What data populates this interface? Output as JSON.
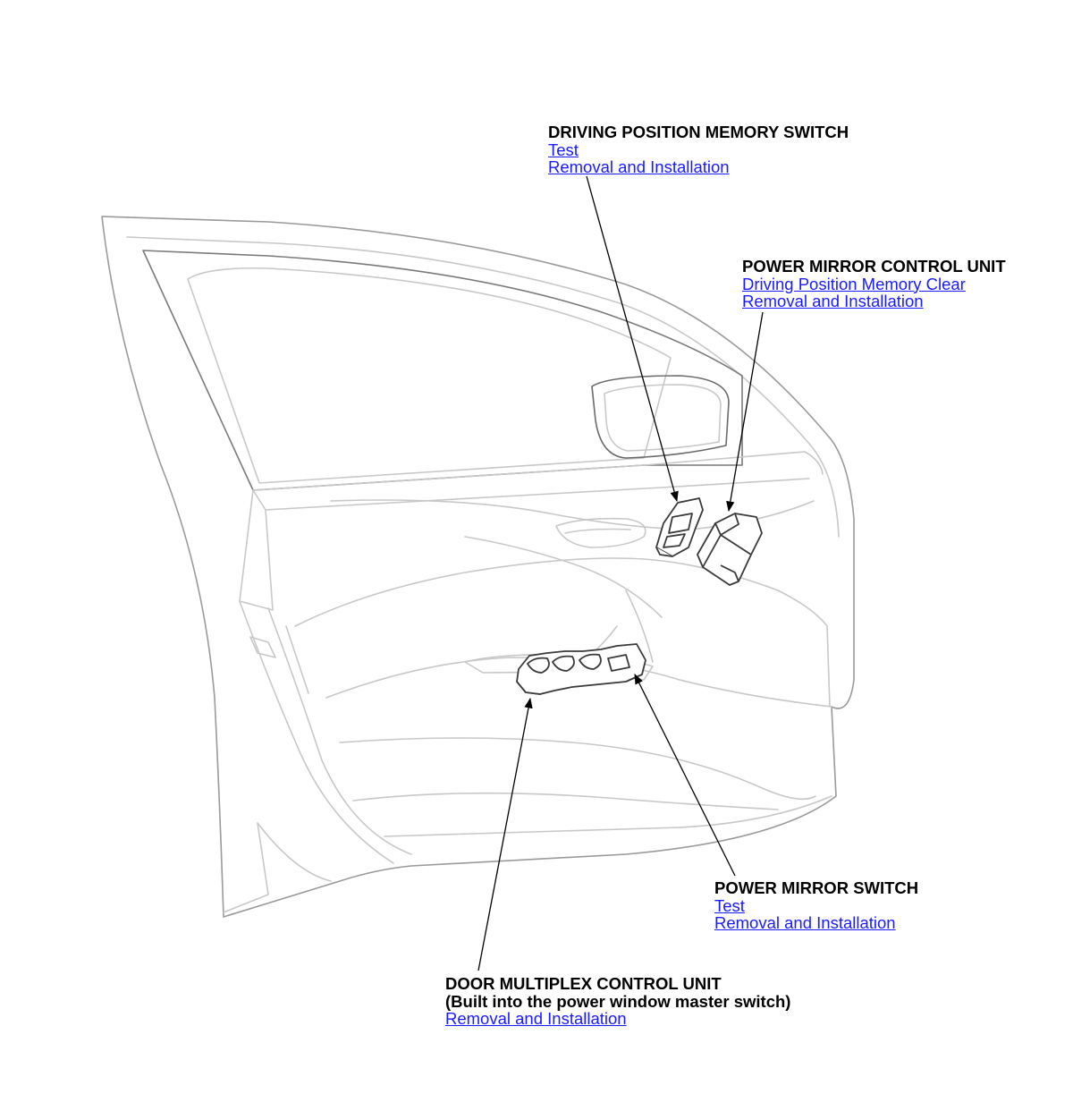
{
  "callouts": {
    "driving_position_memory_switch": {
      "title": "DRIVING POSITION MEMORY SWITCH",
      "links": [
        "Test",
        "Removal and Installation"
      ]
    },
    "power_mirror_control_unit": {
      "title": "POWER MIRROR CONTROL UNIT",
      "links": [
        "Driving Position Memory Clear",
        "Removal and Installation"
      ]
    },
    "power_mirror_switch": {
      "title": "POWER MIRROR SWITCH",
      "links": [
        "Test",
        "Removal and Installation"
      ]
    },
    "door_multiplex_control_unit": {
      "title": "DOOR MULTIPLEX CONTROL UNIT",
      "subtitle": "(Built into the power window master switch)",
      "links": [
        "Removal and Installation"
      ]
    }
  },
  "colors": {
    "link": "#1a1aff",
    "outline": "#c8c8c8",
    "component": "#3a3a3a",
    "leader": "#000000"
  }
}
